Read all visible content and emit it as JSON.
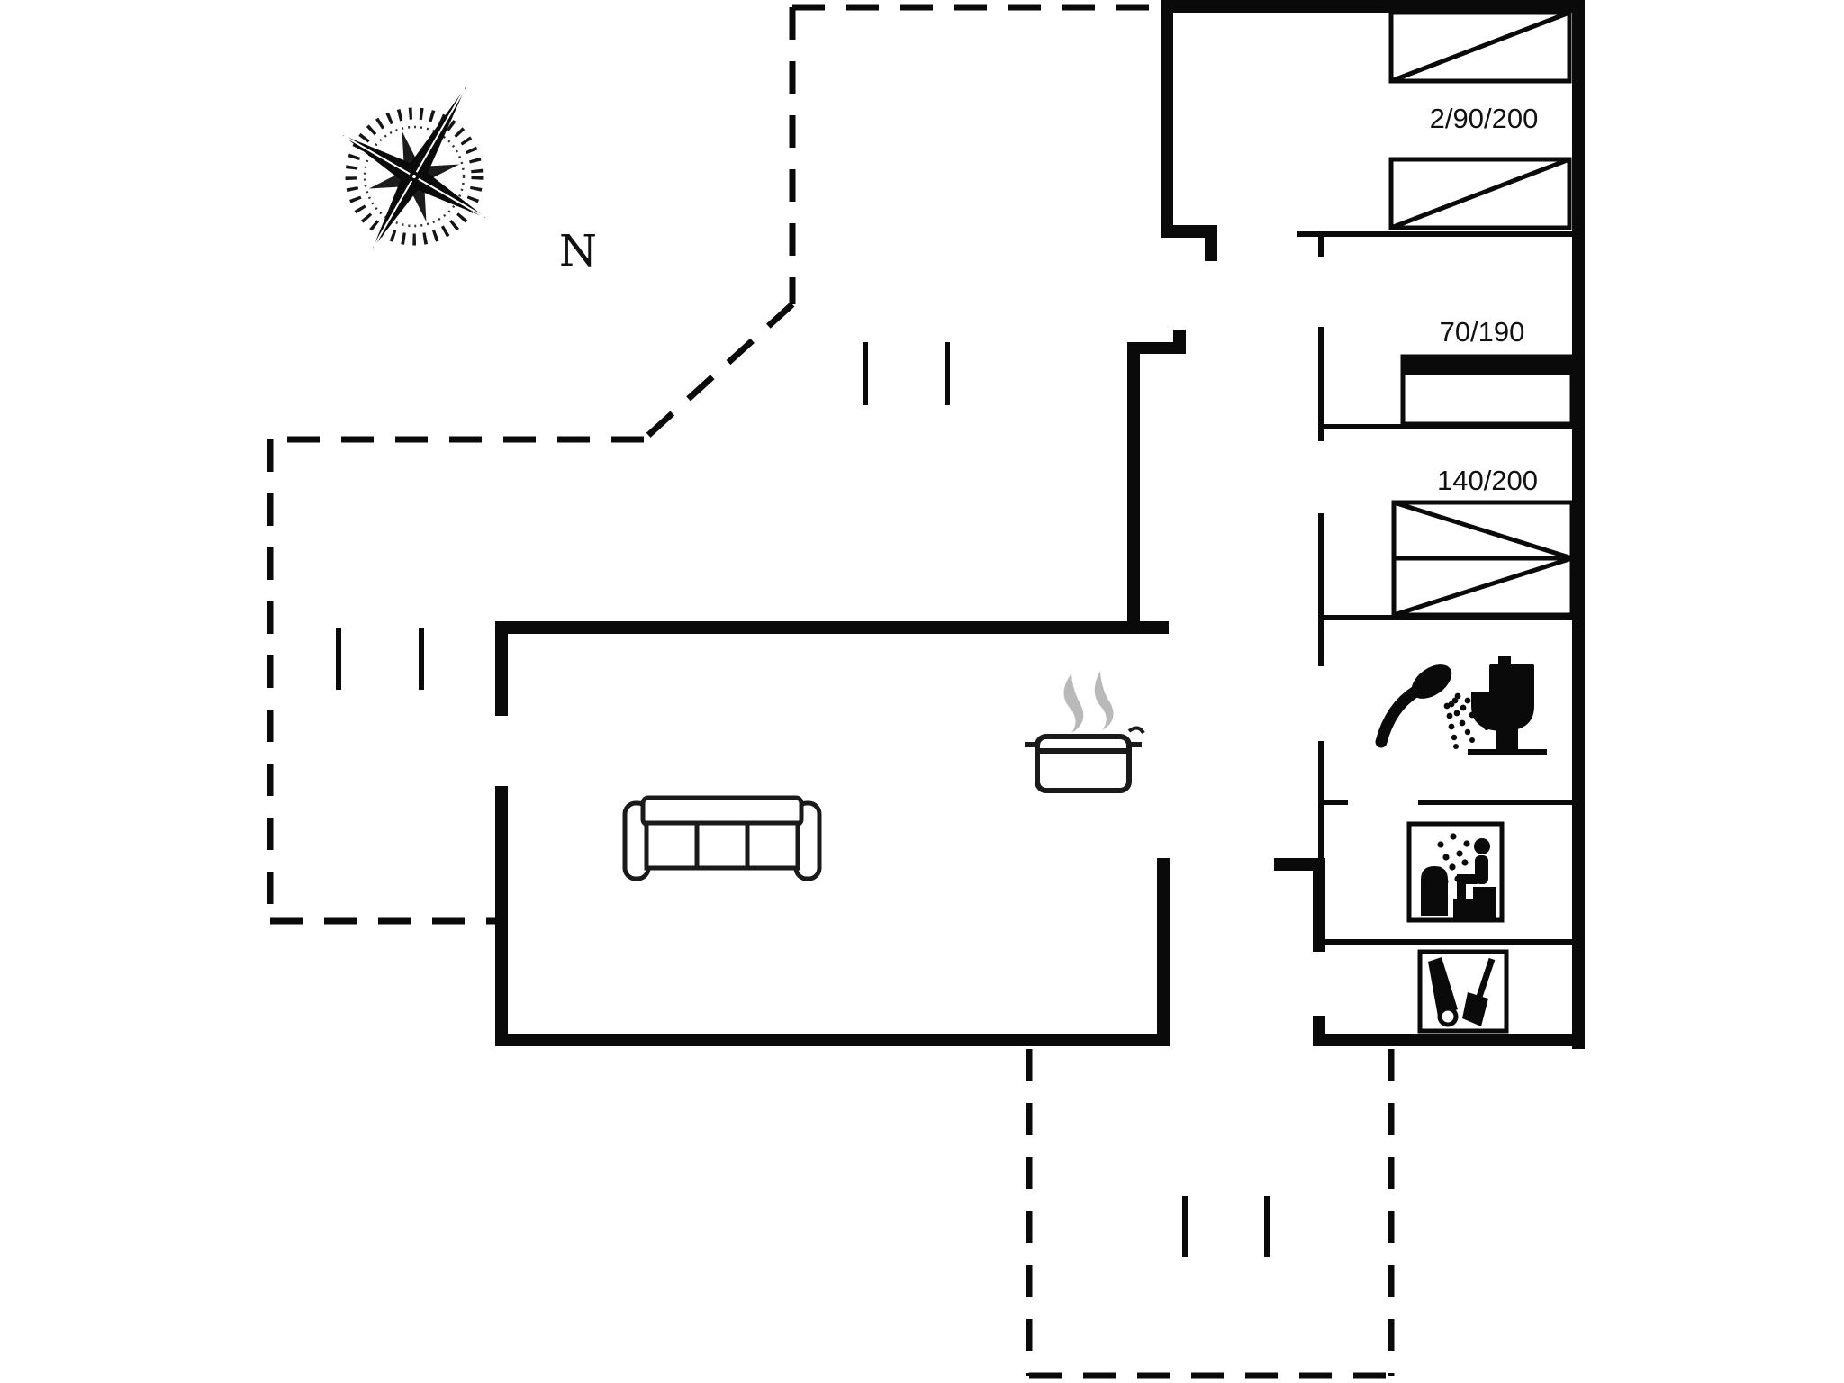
{
  "title": "holiday-house-floor-plan",
  "background": "#ffffff",
  "compass": {
    "label": "N"
  },
  "rooms": {
    "beds": [
      {
        "name": "twin-single-beds",
        "label": "2/90/200"
      },
      {
        "name": "small-single-bed",
        "label": "70/190"
      },
      {
        "name": "double-bed",
        "label": "140/200"
      }
    ]
  },
  "colors": {
    "line": "#000000",
    "steam": "#b9b9b9",
    "background": "#ffffff"
  },
  "icons": [
    "compass-rose-icon",
    "shower-icon",
    "toilet-icon",
    "sauna-icon",
    "vacuum-cleaner-icon",
    "mop-icon",
    "sofa-icon",
    "cooking-pot-icon",
    "steam-icon"
  ]
}
